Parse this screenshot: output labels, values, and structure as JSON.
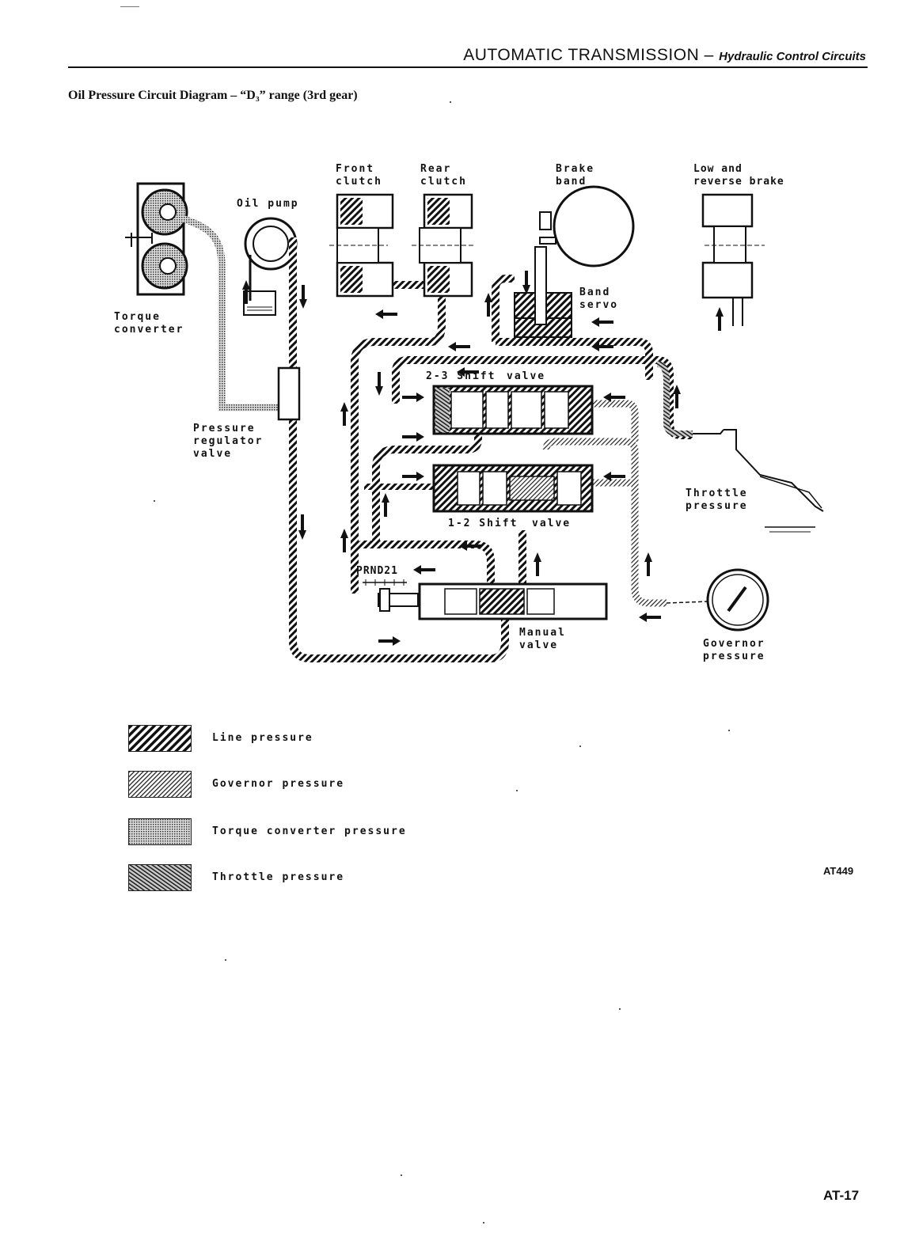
{
  "header": {
    "title": "AUTOMATIC TRANSMISSION",
    "separator": "–",
    "subtitle": "Hydraulic Control Circuits"
  },
  "section_title": "Oil Pressure Circuit Diagram – “D₃” range (3rd gear)",
  "labels": {
    "front_clutch": "Front\nclutch",
    "rear_clutch": "Rear\nclutch",
    "brake_band": "Brake\nband",
    "low_reverse_brake": "Low and\nreverse brake",
    "oil_pump": "Oil pump",
    "torque_converter": "Torque\nconverter",
    "band_servo": "Band\nservo",
    "shift_valve_23_left": "2-3 Shift",
    "shift_valve_23_right": "valve",
    "pressure_regulator_valve": "Pressure\nregulator\nvalve",
    "shift_valve_12_left": "1-2 Shift",
    "shift_valve_12_right": "valve",
    "throttle_pressure": "Throttle\npressure",
    "prnd21": "PRND21",
    "manual_valve": "Manual\nvalve",
    "governor_pressure": "Governor\npressure"
  },
  "legend": [
    {
      "label": "Line pressure",
      "pattern": "line"
    },
    {
      "label": "Governor pressure",
      "pattern": "governor"
    },
    {
      "label": "Torque converter pressure",
      "pattern": "torque"
    },
    {
      "label": "Throttle pressure",
      "pattern": "throttle"
    }
  ],
  "figure_code": "AT449",
  "page_number": "AT-17",
  "colors": {
    "ink": "#111111",
    "paper": "#ffffff"
  }
}
